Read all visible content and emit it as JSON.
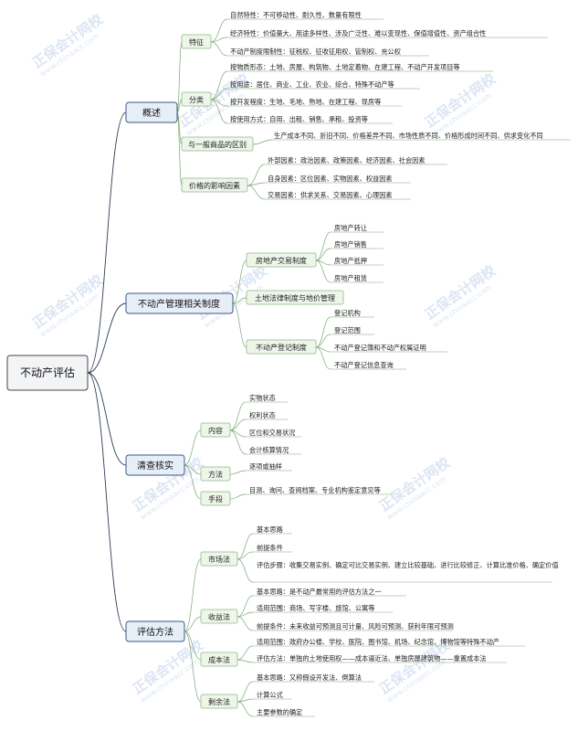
{
  "root": "不动产评估",
  "watermark": {
    "name": "正保会计网校",
    "url": "www.chinaacc.com"
  },
  "branches": [
    {
      "label": "概述",
      "children": [
        {
          "label": "特征",
          "leaves": [
            "自然特性：不可移动性、耐久性、数量有限性",
            "经济特性：价值量大、用途多样性、涉及广泛性、难以变现性、保值增值性、资产组合性",
            "不动产制度限制性：征税权、征收征用权、管制权、充公权"
          ]
        },
        {
          "label": "分类",
          "leaves": [
            "按物质形态：土地、房屋、构筑物、土地定着物、在建工程、不动产开发项目等",
            "按用途：居住、商业、工业、农业、综合、特殊不动产等",
            "按开发程度：生地、毛地、熟地、在建工程、现房等",
            "按使用方式：自用、出租、销售、承租、投资等"
          ]
        },
        {
          "label": "与一般商品的区别",
          "leaves": [
            "生产成本不同、折旧不同、价格差异不同、市场性质不同、价格形成时间不同、供求变化不同"
          ]
        },
        {
          "label": "价格的影响因素",
          "leaves": [
            "外部因素：政治因素、政策因素、经济因素、社会因素",
            "自身因素：区位因素、实物因素、权益因素",
            "交易因素：供求关系、交易因素、心理因素"
          ]
        }
      ]
    },
    {
      "label": "不动产管理相关制度",
      "children": [
        {
          "label": "房地产交易制度",
          "leaves": [
            "房地产转让",
            "房地产销售",
            "房地产抵押",
            "房地产租赁"
          ]
        },
        {
          "label": "土地法律制度与地价管理",
          "leaves": []
        },
        {
          "label": "不动产登记制度",
          "leaves": [
            "登记机构",
            "登记范围",
            "不动产登记簿和不动产权属证明",
            "不动产登记信息查询"
          ]
        }
      ]
    },
    {
      "label": "清查核实",
      "children": [
        {
          "label": "内容",
          "leaves": [
            "实物状态",
            "权利状态",
            "区位和交易状况",
            "会计核算情况"
          ]
        },
        {
          "label": "方法",
          "leaves": [
            "逐项或抽样"
          ]
        },
        {
          "label": "手段",
          "leaves": [
            "目测、询问、查阅档案、专业机构鉴定意见等"
          ]
        }
      ]
    },
    {
      "label": "评估方法",
      "children": [
        {
          "label": "市场法",
          "leaves": [
            "基本思路",
            "前提条件",
            "评估步骤：收集交易实例、确定可比交易实例、建立比较基础、进行比较修正、计算比准价格、确定价值"
          ]
        },
        {
          "label": "收益法",
          "leaves": [
            "基本思路：是不动产最常用的评估方法之一",
            "适用范围：商场、写字楼、旅馆、公寓等",
            "前提条件：未来收益可预测且可计量、风险可预测、获利年限可预测"
          ]
        },
        {
          "label": "成本法",
          "leaves": [
            "适用范围：政府办公楼、学校、医院、图书馆、机场、纪念馆、博物馆等特殊不动产",
            "评估方法：单独的土地使用权——成本逼近法、单独房屋建筑物——重置成本法"
          ]
        },
        {
          "label": "剩余法",
          "leaves": [
            "基本思路：又称假设开发法、倒算法",
            "计算公式",
            "主要参数的确定"
          ]
        }
      ]
    }
  ]
}
